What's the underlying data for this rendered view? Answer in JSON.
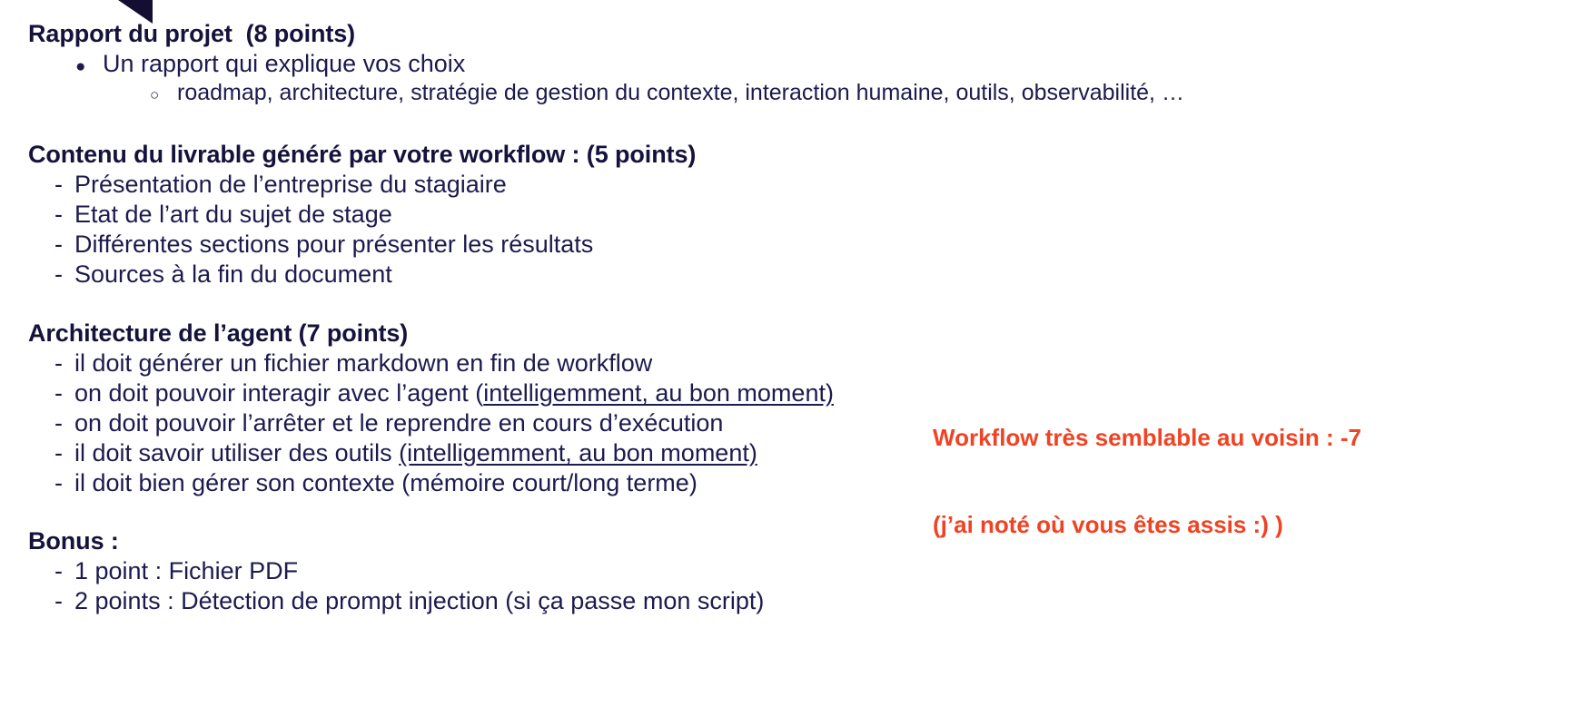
{
  "slide": {
    "background_color": "#ffffff",
    "text_color": "#15123b",
    "accent_color": "#ef4323",
    "decor_color": "#140e33"
  },
  "sections": {
    "rapport": {
      "heading": "Rapport du projet  (8 points)",
      "items": [
        {
          "marker": "●",
          "level": 1,
          "text": "Un rapport qui explique vos choix"
        },
        {
          "marker": "○",
          "level": 2,
          "text": "roadmap, architecture, stratégie de gestion du contexte, interaction humaine, outils, observabilité, …"
        }
      ]
    },
    "contenu": {
      "heading": "Contenu du livrable généré par votre workflow : (5 points)",
      "items": [
        {
          "marker": "-",
          "level": 1,
          "text": "Présentation de l’entreprise du stagiaire"
        },
        {
          "marker": "-",
          "level": 1,
          "text": "Etat de l’art du sujet de stage"
        },
        {
          "marker": "-",
          "level": 1,
          "text": "Différentes sections pour présenter les résultats"
        },
        {
          "marker": "-",
          "level": 1,
          "text": "Sources à la fin du document"
        }
      ]
    },
    "architecture": {
      "heading": "Architecture de l’agent (7 points)",
      "items": [
        {
          "marker": "-",
          "level": 1,
          "text": "il doit générer un fichier markdown en fin de workflow"
        },
        {
          "marker": "-",
          "level": 1,
          "text_before": "on doit pouvoir interagir avec l’agent (",
          "text_underlined": "intelligemment, au bon moment)",
          "text_after": ""
        },
        {
          "marker": "-",
          "level": 1,
          "text": "on doit pouvoir l’arrêter et le reprendre en cours d’exécution"
        },
        {
          "marker": "-",
          "level": 1,
          "text_before": "il doit savoir utiliser des outils ",
          "text_underlined": "(intelligemment, au bon moment)",
          "text_after": ""
        },
        {
          "marker": "-",
          "level": 1,
          "text": "il doit bien gérer son contexte (mémoire court/long terme)"
        }
      ]
    },
    "bonus": {
      "heading": "Bonus :",
      "items": [
        {
          "marker": "-",
          "level": 1,
          "text": "1 point : Fichier PDF"
        },
        {
          "marker": "-",
          "level": 1,
          "text": "2 points : Détection de prompt injection (si ça passe mon script)"
        }
      ]
    }
  },
  "annotation": {
    "line1": "Workflow très semblable au voisin : -7",
    "line2": "(j’ai noté où vous êtes assis :) )"
  }
}
